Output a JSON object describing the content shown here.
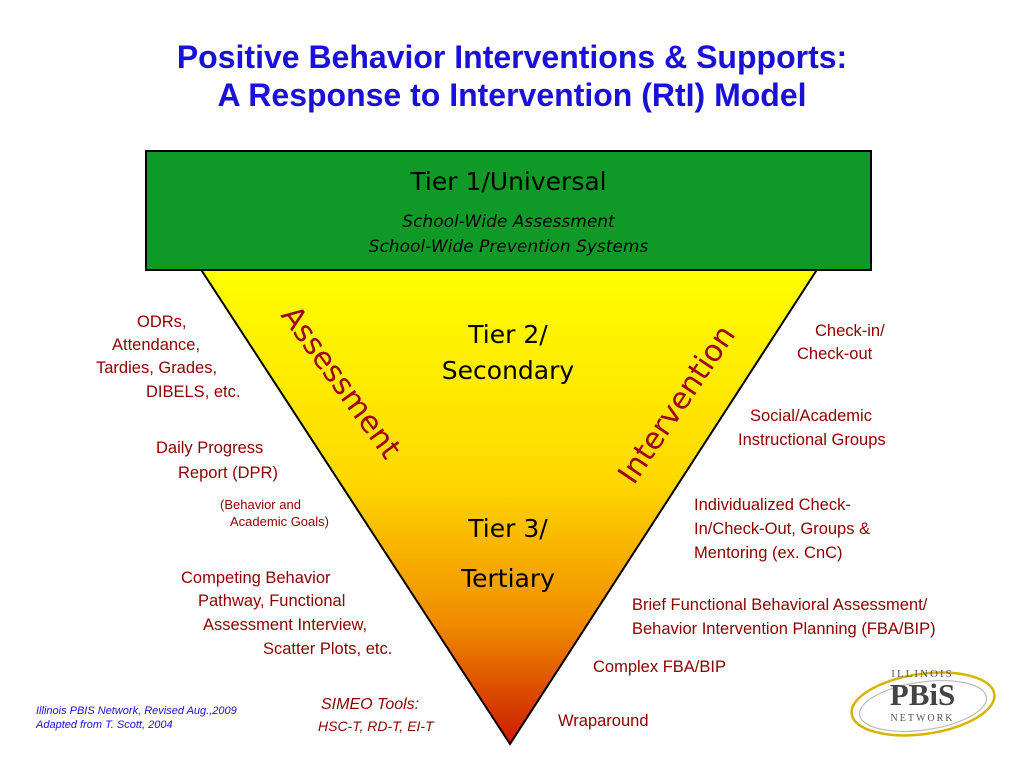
{
  "title": {
    "line1": "Positive Behavior Interventions & Supports:",
    "line2": "A Response to Intervention (RtI) Model"
  },
  "tier1": {
    "heading": "Tier 1/Universal",
    "sub1": "School-Wide Assessment",
    "sub2": "School-Wide Prevention Systems"
  },
  "tier2": {
    "line1": "Tier 2/",
    "line2": "Secondary"
  },
  "tier3": {
    "line1": "Tier 3/",
    "line2": "Tertiary"
  },
  "side_labels": {
    "left": "Assessment",
    "right": "Intervention"
  },
  "assessment_items": {
    "odrs": [
      "ODRs,",
      "Attendance,",
      "Tardies, Grades,",
      "DIBELS, etc."
    ],
    "dpr": [
      "Daily Progress",
      "Report (DPR)"
    ],
    "dpr_note": [
      "(Behavior and",
      "Academic Goals)"
    ],
    "competing": [
      "Competing Behavior",
      "Pathway, Functional",
      "Assessment Interview,",
      "Scatter Plots, etc."
    ],
    "simeo": [
      "SIMEO Tools:",
      "HSC-T, RD-T, EI-T"
    ]
  },
  "intervention_items": {
    "checkin": [
      "Check-in/",
      "Check-out"
    ],
    "social": [
      "Social/Academic",
      "Instructional Groups"
    ],
    "individualized": [
      "Individualized Check-",
      "In/Check-Out, Groups &",
      "Mentoring (ex. CnC)"
    ],
    "brief_fba": [
      "Brief Functional Behavioral Assessment/",
      "Behavior Intervention Planning (FBA/BIP)"
    ],
    "complex": "Complex FBA/BIP",
    "wraparound": "Wraparound"
  },
  "footer": {
    "line1": "Illinois PBIS Network, Revised Aug.,2009",
    "line2": "Adapted from T. Scott, 2004"
  },
  "logo": {
    "top": "ILLINOIS",
    "mid": "PBiS",
    "bottom": "NETWORK"
  },
  "colors": {
    "title": "#1a10d8",
    "tier1_box": "#0f9a28",
    "triangle_top": "#ffff00",
    "triangle_bottom": "#cc1a00",
    "label_text": "#8b0000",
    "logo": "#555555",
    "logo_star": "#d4a800"
  }
}
